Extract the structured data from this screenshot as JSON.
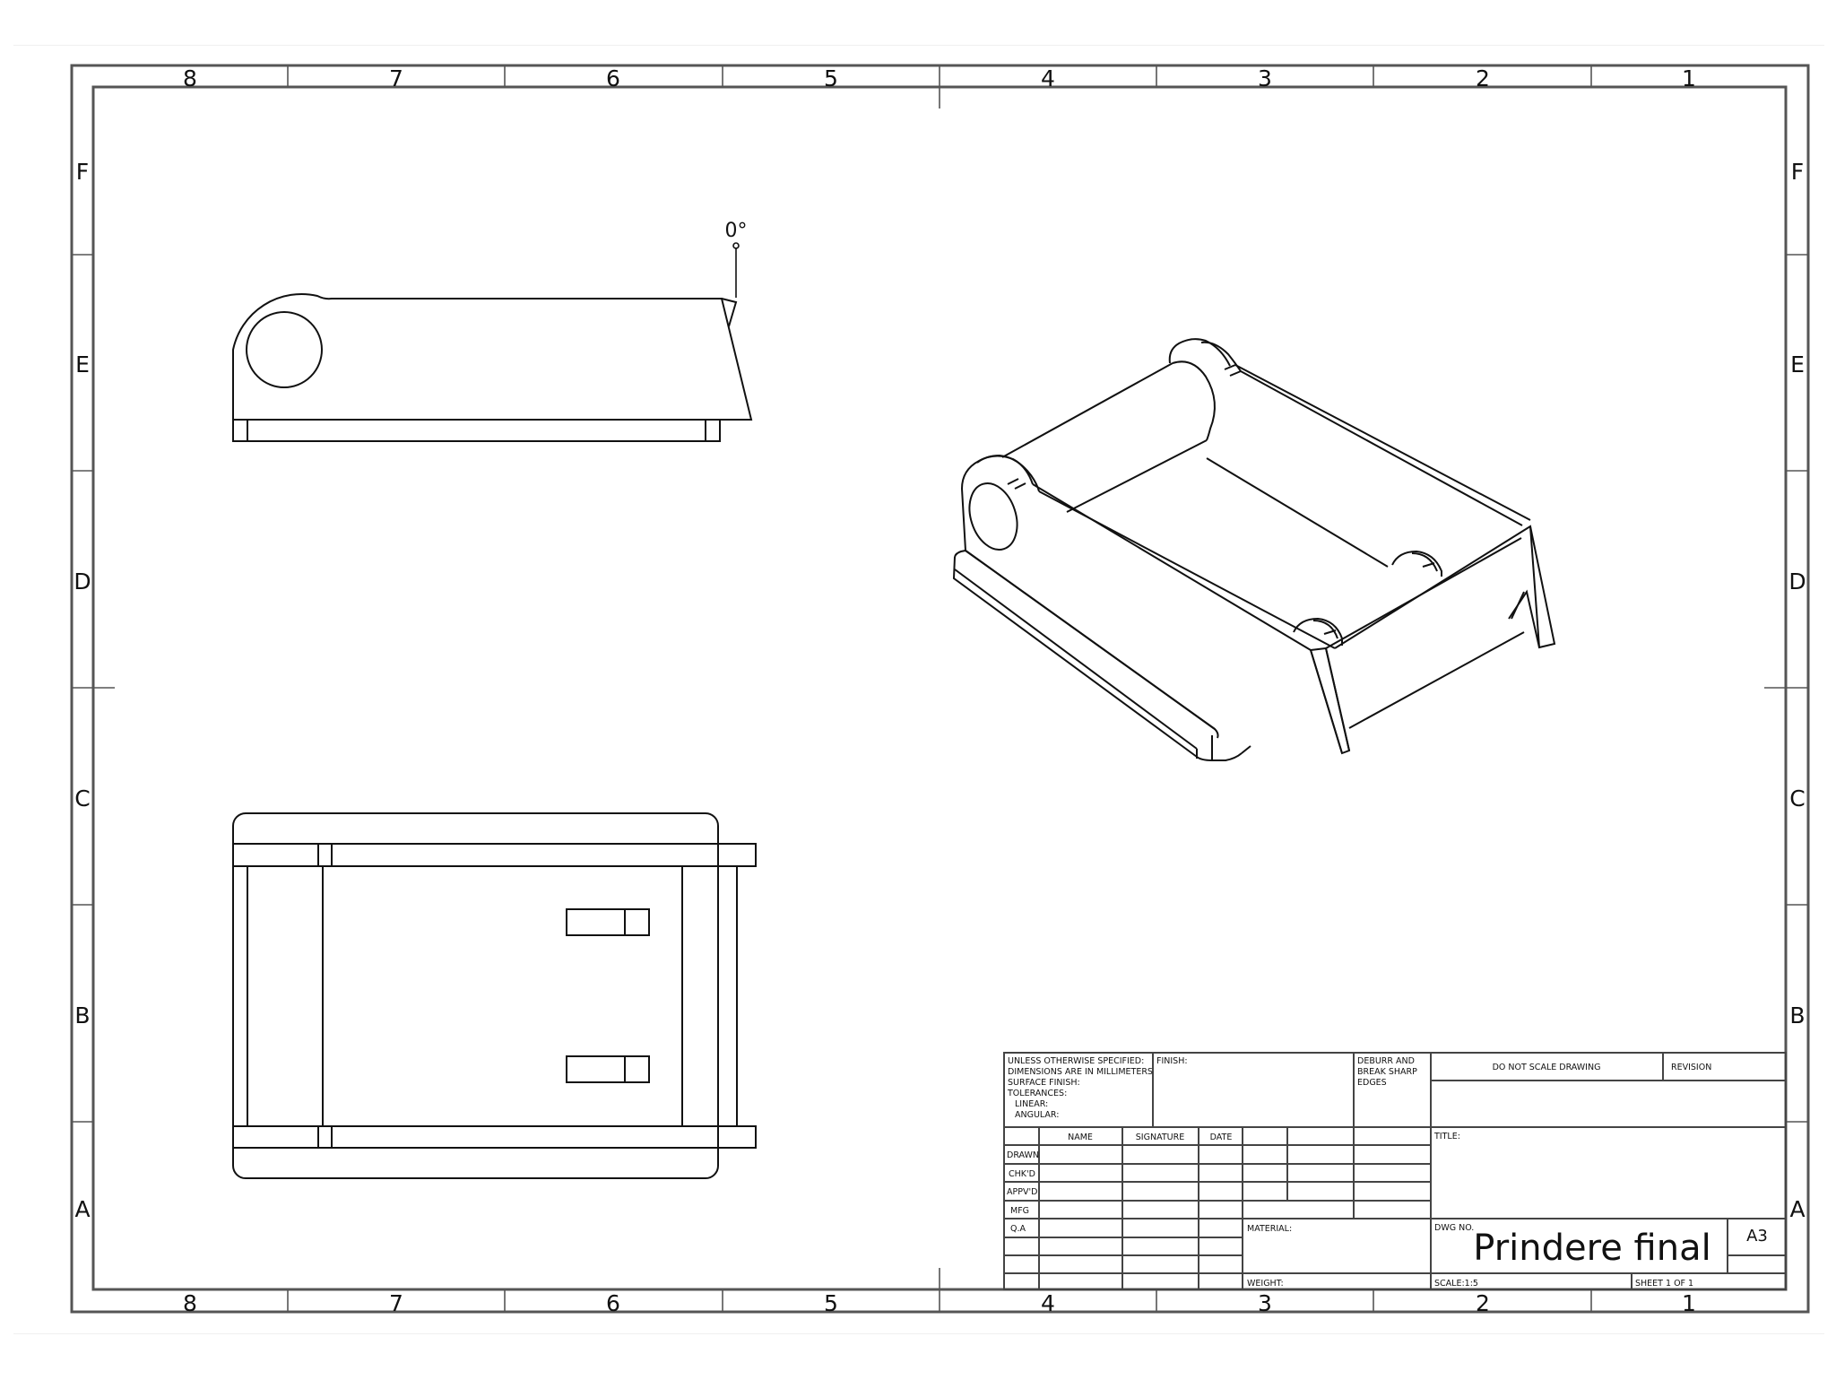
{
  "drawing": {
    "type": "engineering-drawing",
    "sheet_size": "A3",
    "title": "Prindere final",
    "zones": {
      "columns": [
        "8",
        "7",
        "6",
        "5",
        "4",
        "3",
        "2",
        "1"
      ],
      "rows": [
        "F",
        "E",
        "D",
        "C",
        "B",
        "A"
      ]
    },
    "annotations": {
      "angle_label": "0°"
    },
    "views": [
      {
        "name": "side-view"
      },
      {
        "name": "top-view"
      },
      {
        "name": "isometric-view"
      }
    ]
  },
  "title_block": {
    "general_notes": {
      "line1": "UNLESS OTHERWISE SPECIFIED:",
      "line2": "DIMENSIONS ARE IN MILLIMETERS",
      "line3": "SURFACE FINISH:",
      "line4": "TOLERANCES:",
      "line5": "LINEAR:",
      "line6": "ANGULAR:"
    },
    "finish_label": "FINISH:",
    "deburr": {
      "line1": "DEBURR AND",
      "line2": "BREAK SHARP",
      "line3": "EDGES"
    },
    "do_not_scale": "DO NOT SCALE DRAWING",
    "revision_label": "REVISION",
    "title_label": "TITLE:",
    "signoff_headers": [
      "NAME",
      "SIGNATURE",
      "DATE"
    ],
    "signoff_rows": [
      "DRAWN",
      "CHK'D",
      "APPV'D",
      "MFG",
      "Q.A"
    ],
    "material_label": "MATERIAL:",
    "weight_label": "WEIGHT:",
    "dwg_no_label": "DWG NO.",
    "dwg_no": "Prindere final",
    "sheet_size": "A3",
    "scale": "SCALE:1:5",
    "sheet": "SHEET 1 OF 1"
  }
}
